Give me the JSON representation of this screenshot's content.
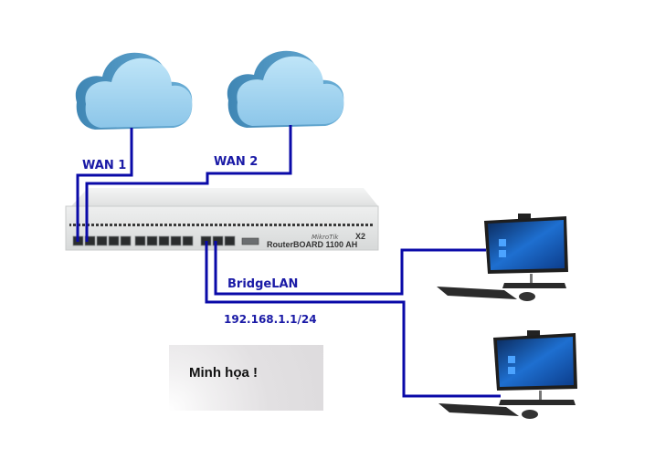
{
  "diagram": {
    "type": "network-topology",
    "clouds": [
      {
        "id": "wan1-cloud",
        "label": "Internet cloud 1"
      },
      {
        "id": "wan2-cloud",
        "label": "Internet cloud 2"
      }
    ],
    "labels": {
      "wan1": "WAN 1",
      "wan2": "WAN 2",
      "bridge": "BridgeLAN",
      "subnet": "192.168.1.1/24"
    },
    "router": {
      "brand": "MikroTik",
      "model_badge": "X2",
      "model": "RouterBOARD 1100 AH",
      "ports_group1": 5,
      "ports_group2": 5,
      "ports_group3": 3
    },
    "computers": [
      {
        "id": "pc1",
        "label": "Desktop PC 1"
      },
      {
        "id": "pc2",
        "label": "Desktop PC 2"
      }
    ],
    "note": "Minh họa !",
    "colors": {
      "cable": "#0a0aa8",
      "label": "#1a1aa6",
      "cloud_light": "#a9d8f2",
      "cloud_dark": "#4f93bf",
      "router_body": "#e9ebea",
      "screen": "#1565c0"
    }
  }
}
